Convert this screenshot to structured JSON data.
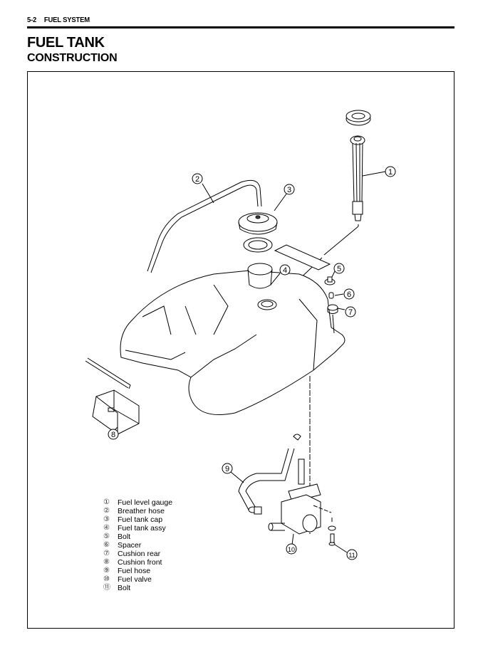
{
  "header": {
    "page_number": "5-2",
    "section": "FUEL SYSTEM"
  },
  "title": "FUEL TANK",
  "subtitle": "CONSTRUCTION",
  "diagram": {
    "callouts": [
      "1",
      "2",
      "3",
      "4",
      "5",
      "6",
      "7",
      "8",
      "9",
      "10",
      "11"
    ]
  },
  "legend": [
    {
      "num": "①",
      "label": "Fuel level gauge"
    },
    {
      "num": "②",
      "label": "Breather hose"
    },
    {
      "num": "③",
      "label": "Fuel tank cap"
    },
    {
      "num": "④",
      "label": "Fuel tank assy"
    },
    {
      "num": "⑤",
      "label": "Bolt"
    },
    {
      "num": "⑥",
      "label": "Spacer"
    },
    {
      "num": "⑦",
      "label": "Cushion rear"
    },
    {
      "num": "⑧",
      "label": "Cushion front"
    },
    {
      "num": "⑨",
      "label": "Fuel hose"
    },
    {
      "num": "⑩",
      "label": "Fuel valve"
    },
    {
      "num": "⑪",
      "label": "Bolt"
    }
  ]
}
